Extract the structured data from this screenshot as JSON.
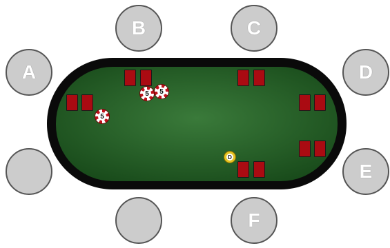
{
  "colors": {
    "felt_dark": "#184a1a",
    "felt_light": "#3a7a3a",
    "rail": "#0a0a0a",
    "seat": "#cccccc",
    "seat_border": "#555555",
    "card": "#aa0b12",
    "chip_red": "#c0101a",
    "dealer_button": "#e6c423"
  },
  "seats": [
    {
      "id": "A",
      "label": "A"
    },
    {
      "id": "B",
      "label": "B"
    },
    {
      "id": "C",
      "label": "C"
    },
    {
      "id": "D",
      "label": "D"
    },
    {
      "id": "E",
      "label": "E"
    },
    {
      "id": "F",
      "label": "F"
    },
    {
      "id": "empty-bottom-left",
      "label": ""
    },
    {
      "id": "empty-left",
      "label": ""
    }
  ],
  "chips": [
    {
      "label": "5"
    },
    {
      "label": "5"
    },
    {
      "label": "5"
    }
  ],
  "dealer_button": {
    "label": "D"
  }
}
